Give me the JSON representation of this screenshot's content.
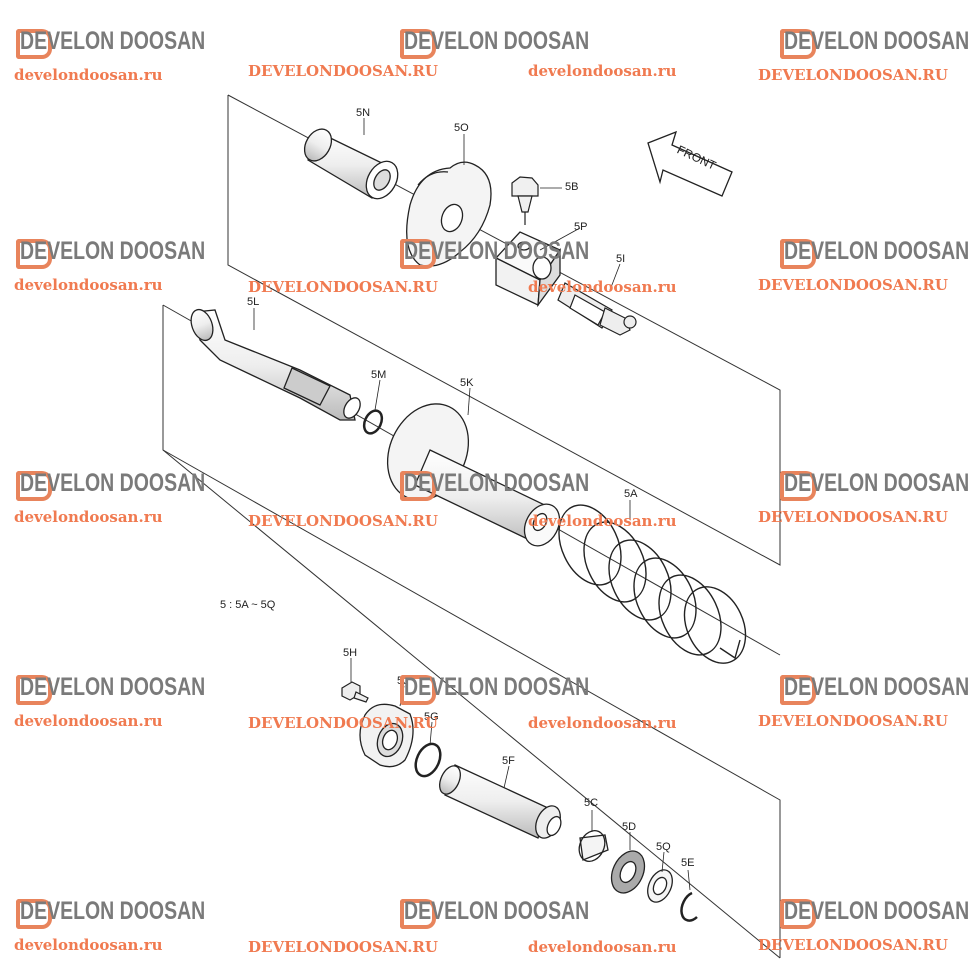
{
  "watermark": {
    "brand": "DEVELON DOOSAN",
    "url_lower": "develondoosan.ru",
    "url_upper": "DEVELONDOOSAN.RU",
    "color": "#f07a50"
  },
  "diagram": {
    "note": "5 : 5A ~ 5Q",
    "front_label": "FRONT",
    "parts": [
      "5N",
      "5O",
      "5B",
      "5P",
      "5I",
      "5L",
      "5M",
      "5K",
      "5A",
      "5H",
      "5J",
      "5G",
      "5F",
      "5C",
      "5D",
      "5Q",
      "5E"
    ]
  }
}
